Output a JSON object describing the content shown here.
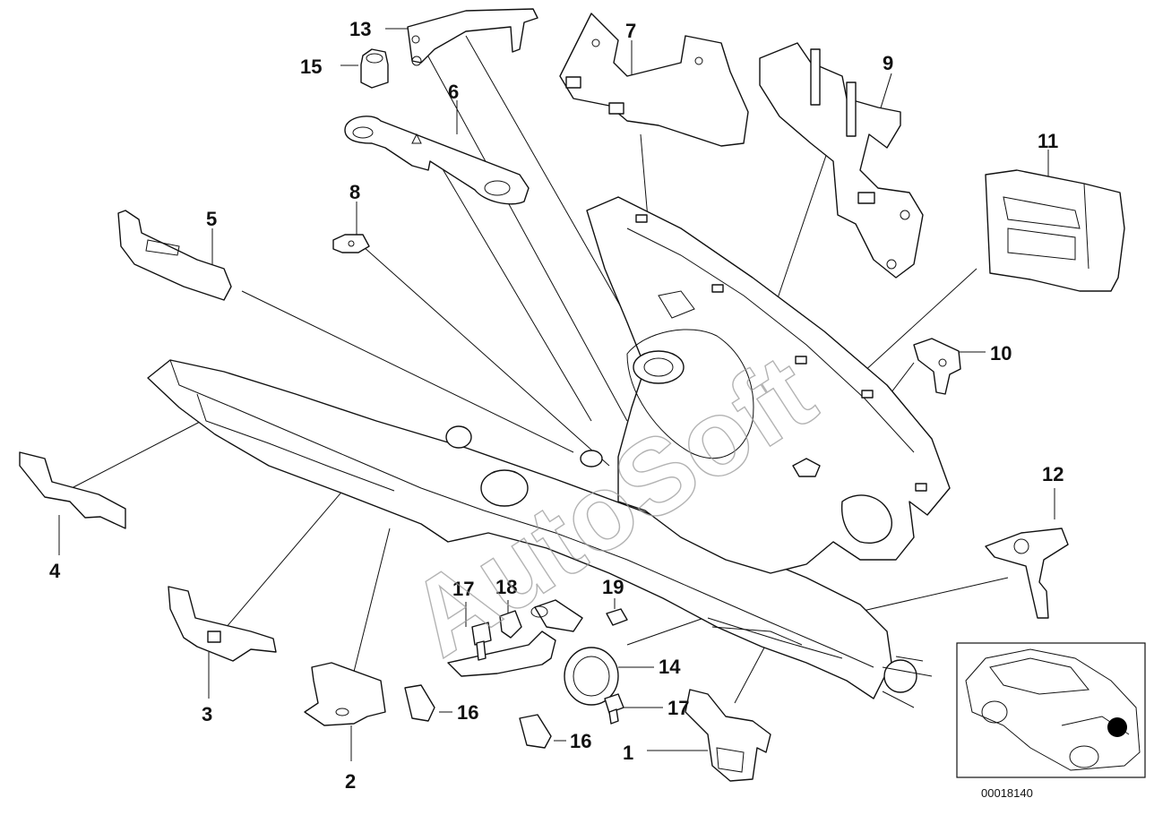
{
  "diagram": {
    "watermark": "AutoSoft",
    "reference_number": "00018140",
    "callouts": [
      "1",
      "2",
      "3",
      "4",
      "5",
      "6",
      "7",
      "8",
      "9",
      "10",
      "11",
      "12",
      "13",
      "14",
      "15",
      "16",
      "16",
      "17",
      "17",
      "18",
      "19"
    ],
    "line_color": "#111111",
    "watermark_color": "#9a9a9a",
    "inset_marker_color": "#000000"
  }
}
